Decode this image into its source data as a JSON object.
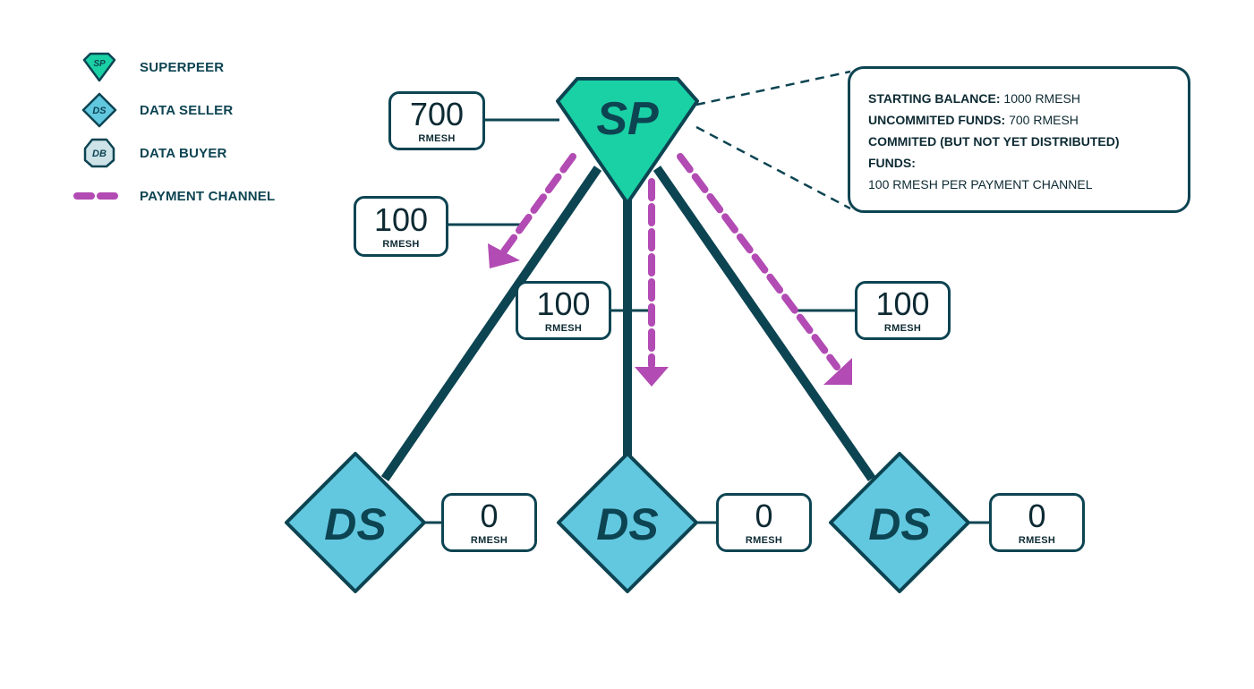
{
  "legend": {
    "superpeer": "SUPERPEER",
    "data_seller": "DATA SELLER",
    "data_buyer": "DATA BUYER",
    "payment_channel": "PAYMENT CHANNEL"
  },
  "icons": {
    "superpeer": "superpeer-icon",
    "data_seller": "data-seller-icon",
    "data_buyer": "data-buyer-icon",
    "payment_channel": "payment-channel-icon"
  },
  "node_labels": {
    "superpeer": "SP",
    "seller": "DS",
    "buyer": "DB"
  },
  "superpeer_balance": {
    "value": "700",
    "unit": "RMESH"
  },
  "channels": [
    {
      "value": "100",
      "unit": "RMESH"
    },
    {
      "value": "100",
      "unit": "RMESH"
    },
    {
      "value": "100",
      "unit": "RMESH"
    }
  ],
  "sellers": [
    {
      "value": "0",
      "unit": "RMESH"
    },
    {
      "value": "0",
      "unit": "RMESH"
    },
    {
      "value": "0",
      "unit": "RMESH"
    }
  ],
  "info": {
    "starting_label": "STARTING BALANCE:",
    "starting_value": "1000 RMESH",
    "uncommitted_label": "UNCOMMITED FUNDS:",
    "uncommitted_value": "700 RMESH",
    "committed_label_1": "COMMITED (BUT NOT YET DISTRIBUTED)",
    "committed_label_2": "FUNDS:",
    "committed_value": "100 RMESH PER PAYMENT CHANNEL"
  },
  "colors": {
    "dark": "#0d4452",
    "superpeer": "#1ad1a5",
    "seller": "#62c8e0",
    "buyer": "#cde3e8",
    "payment": "#b24bb3"
  }
}
